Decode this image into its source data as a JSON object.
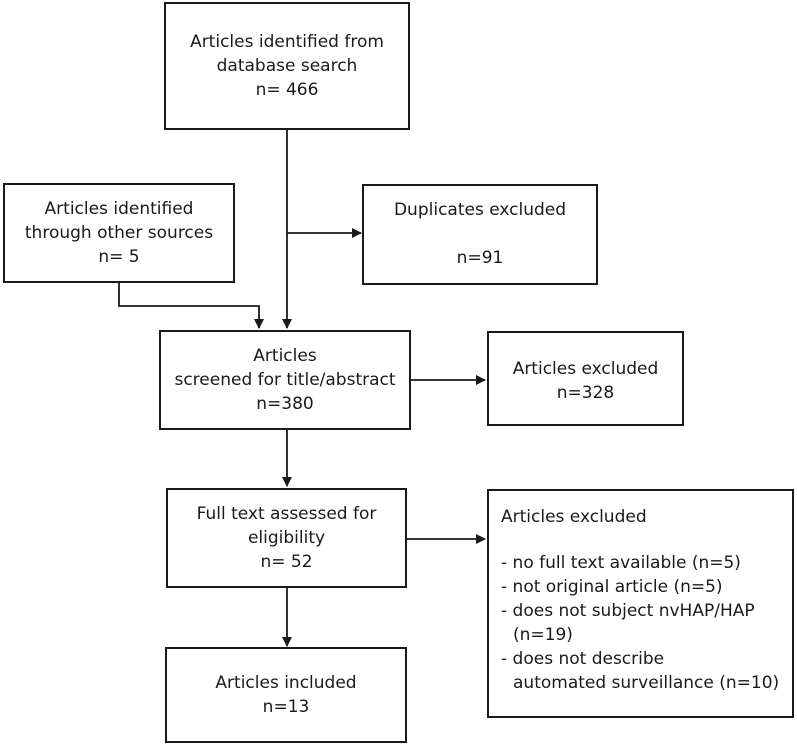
{
  "boxes": {
    "database_search": {
      "lines": [
        "Articles identified from",
        "database search",
        "n= 466"
      ]
    },
    "other_sources": {
      "lines": [
        "Articles identified",
        "through other sources",
        "n= 5"
      ]
    },
    "duplicates": {
      "label": "Duplicates excluded",
      "count": "n=91"
    },
    "screened": {
      "lines": [
        "Articles",
        "screened for title/abstract",
        "n=380"
      ]
    },
    "excluded_screening": {
      "lines": [
        "Articles excluded",
        "n=328"
      ]
    },
    "full_text": {
      "lines": [
        "Full text assessed for",
        "eligibility",
        "n= 52"
      ]
    },
    "excluded_full_text": {
      "heading": "Articles excluded",
      "reasons": [
        {
          "text": "- no full text available (n=5)"
        },
        {
          "text": "- not original article (n=5)"
        },
        {
          "text": "- does not subject nvHAP/HAP",
          "cont": "(n=19)"
        },
        {
          "text": "- does not describe",
          "cont": "automated surveillance (n=10)"
        }
      ]
    },
    "included": {
      "lines": [
        "Articles included",
        "n=13"
      ]
    }
  }
}
